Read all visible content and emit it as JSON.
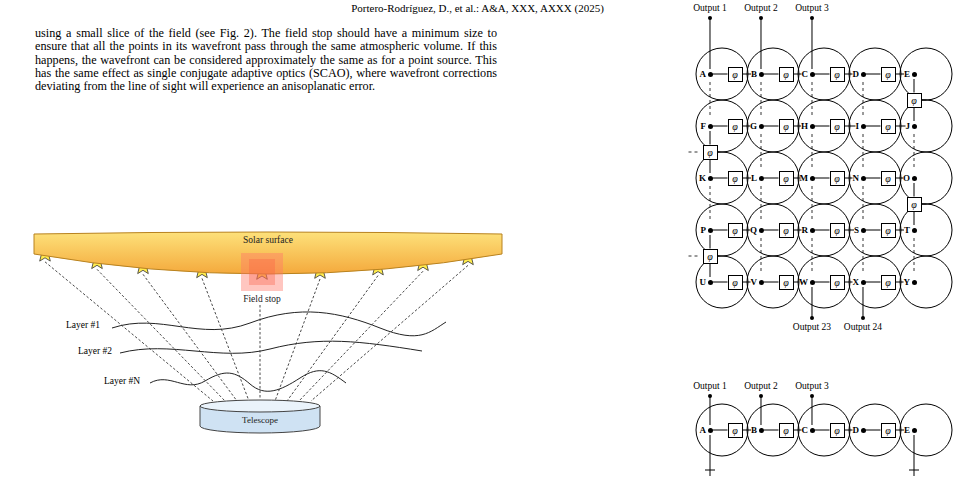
{
  "diagram": {
    "nodes": [
      {
        "text": [
          "Solar surface"
        ]
      },
      {
        "text": [
          "Field stop"
        ]
      },
      {
        "text": [
          "Telescope"
        ]
      },
      {
        "text": [
          "A"
        ]
      },
      {
        "text": [
          "B"
        ]
      },
      {
        "text": [
          "C"
        ]
      },
      {
        "text": [
          "D"
        ]
      },
      {
        "text": [
          "E"
        ]
      },
      {
        "text": [
          "F"
        ]
      },
      {
        "text": [
          "G"
        ]
      },
      {
        "text": [
          "H"
        ]
      },
      {
        "text": [
          "I"
        ]
      },
      {
        "text": [
          "J"
        ]
      },
      {
        "text": [
          "K"
        ]
      },
      {
        "text": [
          "L"
        ]
      },
      {
        "text": [
          "M"
        ]
      },
      {
        "text": [
          "N"
        ]
      },
      {
        "text": [
          "O"
        ]
      },
      {
        "text": [
          "P"
        ]
      },
      {
        "text": [
          "Q"
        ]
      },
      {
        "text": [
          "R"
        ]
      },
      {
        "text": [
          "S"
        ]
      },
      {
        "text": [
          "T"
        ]
      },
      {
        "text": [
          "U"
        ]
      },
      {
        "text": [
          "V"
        ]
      },
      {
        "text": [
          "W"
        ]
      },
      {
        "text": [
          "X"
        ]
      },
      {
        "text": [
          "Y"
        ]
      },
      {
        "text": [
          "φ"
        ]
      },
      {
        "text": [
          "φ"
        ]
      },
      {
        "text": [
          "φ"
        ]
      },
      {
        "text": [
          "φ"
        ]
      },
      {
        "text": [
          "φ"
        ]
      },
      {
        "text": [
          "φ"
        ]
      },
      {
        "text": [
          "φ"
        ]
      },
      {
        "text": [
          "φ"
        ]
      },
      {
        "text": [
          "φ"
        ]
      },
      {
        "text": [
          "φ"
        ]
      },
      {
        "text": [
          "φ"
        ]
      },
      {
        "text": [
          "φ"
        ]
      },
      {
        "text": [
          "φ"
        ]
      },
      {
        "text": [
          "φ"
        ]
      },
      {
        "text": [
          "φ"
        ]
      },
      {
        "text": [
          "φ"
        ]
      },
      {
        "text": [
          "φ"
        ]
      },
      {
        "text": [
          "φ"
        ]
      },
      {
        "text": [
          "φ"
        ]
      },
      {
        "text": [
          "φ"
        ]
      },
      {
        "text": [
          "φ"
        ]
      },
      {
        "text": [
          "φ"
        ]
      },
      {
        "text": [
          "φ"
        ]
      },
      {
        "text": [
          "φ"
        ]
      },
      {
        "text": [
          "A"
        ]
      },
      {
        "text": [
          "B"
        ]
      },
      {
        "text": [
          "C"
        ]
      },
      {
        "text": [
          "D"
        ]
      },
      {
        "text": [
          "E"
        ]
      },
      {
        "text": [
          "φ"
        ]
      },
      {
        "text": [
          "φ"
        ]
      },
      {
        "text": [
          "φ"
        ]
      },
      {
        "text": [
          "φ"
        ]
      }
    ],
    "edges": [
      {
        "from": 1,
        "to": 2,
        "arrow": "none"
      },
      {
        "from": 3,
        "to": 28,
        "arrow": "none"
      },
      {
        "from": 28,
        "to": 4,
        "arrow": "none"
      },
      {
        "from": 4,
        "to": 29,
        "arrow": "none"
      },
      {
        "from": 29,
        "to": 5,
        "arrow": "none"
      },
      {
        "from": 5,
        "to": 30,
        "arrow": "none"
      },
      {
        "from": 30,
        "to": 6,
        "arrow": "none"
      },
      {
        "from": 6,
        "to": 31,
        "arrow": "none"
      },
      {
        "from": 31,
        "to": 7,
        "arrow": "none"
      },
      {
        "from": 7,
        "to": 32,
        "arrow": "none"
      },
      {
        "from": 32,
        "to": 12,
        "arrow": "none"
      },
      {
        "from": 8,
        "to": 33,
        "arrow": "none"
      },
      {
        "from": 33,
        "to": 9,
        "arrow": "none"
      },
      {
        "from": 9,
        "to": 34,
        "arrow": "none"
      },
      {
        "from": 34,
        "to": 10,
        "arrow": "none"
      },
      {
        "from": 10,
        "to": 35,
        "arrow": "none"
      },
      {
        "from": 35,
        "to": 11,
        "arrow": "none"
      },
      {
        "from": 11,
        "to": 36,
        "arrow": "none"
      },
      {
        "from": 36,
        "to": 12,
        "arrow": "none"
      },
      {
        "from": 8,
        "to": 37,
        "arrow": "none"
      },
      {
        "from": 37,
        "to": 13,
        "arrow": "none"
      },
      {
        "from": 13,
        "to": 38,
        "arrow": "none"
      },
      {
        "from": 38,
        "to": 14,
        "arrow": "none"
      },
      {
        "from": 14,
        "to": 39,
        "arrow": "none"
      },
      {
        "from": 39,
        "to": 15,
        "arrow": "none"
      },
      {
        "from": 15,
        "to": 40,
        "arrow": "none"
      },
      {
        "from": 40,
        "to": 16,
        "arrow": "none"
      },
      {
        "from": 16,
        "to": 41,
        "arrow": "none"
      },
      {
        "from": 41,
        "to": 17,
        "arrow": "none"
      },
      {
        "from": 17,
        "to": 42,
        "arrow": "none"
      },
      {
        "from": 42,
        "to": 22,
        "arrow": "none"
      },
      {
        "from": 18,
        "to": 43,
        "arrow": "none"
      },
      {
        "from": 43,
        "to": 19,
        "arrow": "none"
      },
      {
        "from": 19,
        "to": 44,
        "arrow": "none"
      },
      {
        "from": 44,
        "to": 20,
        "arrow": "none"
      },
      {
        "from": 20,
        "to": 45,
        "arrow": "none"
      },
      {
        "from": 45,
        "to": 21,
        "arrow": "none"
      },
      {
        "from": 21,
        "to": 46,
        "arrow": "none"
      },
      {
        "from": 46,
        "to": 22,
        "arrow": "none"
      },
      {
        "from": 18,
        "to": 47,
        "arrow": "none"
      },
      {
        "from": 47,
        "to": 23,
        "arrow": "none"
      },
      {
        "from": 23,
        "to": 48,
        "arrow": "none"
      },
      {
        "from": 48,
        "to": 24,
        "arrow": "none"
      },
      {
        "from": 24,
        "to": 49,
        "arrow": "none"
      },
      {
        "from": 49,
        "to": 25,
        "arrow": "none"
      },
      {
        "from": 25,
        "to": 50,
        "arrow": "none"
      },
      {
        "from": 50,
        "to": 26,
        "arrow": "none"
      },
      {
        "from": 26,
        "to": 51,
        "arrow": "none"
      },
      {
        "from": 51,
        "to": 27,
        "arrow": "none"
      },
      {
        "from": 52,
        "to": 57,
        "arrow": "none"
      },
      {
        "from": 57,
        "to": 53,
        "arrow": "none"
      },
      {
        "from": 53,
        "to": 58,
        "arrow": "none"
      },
      {
        "from": 58,
        "to": 54,
        "arrow": "none"
      },
      {
        "from": 54,
        "to": 59,
        "arrow": "none"
      },
      {
        "from": 59,
        "to": 55,
        "arrow": "none"
      },
      {
        "from": 55,
        "to": 60,
        "arrow": "none"
      },
      {
        "from": 60,
        "to": 56,
        "arrow": "none"
      }
    ],
    "labels": [
      "Portero-Rodríguez, D., et al.: A&A, XXX, AXXX (2025)",
      "using a small slice of the field (see Fig. 2). The field stop should have a minimum size to ensure that all the points in its wavefront pass through the same atmospheric volume. If this happens, the wavefront can be considered approximately the same as for a point source. This has the same effect as single conjugate adaptive optics (SCAO), where wavefront corrections deviating from the line of sight will experience an anisoplanatic error.",
      "Layer #1",
      "Layer #2",
      "Layer #N",
      "Output 1",
      "Output 2",
      "Output 3",
      "Output 23",
      "Output 24",
      "Output 1",
      "Output 2",
      "Output 3"
    ]
  }
}
